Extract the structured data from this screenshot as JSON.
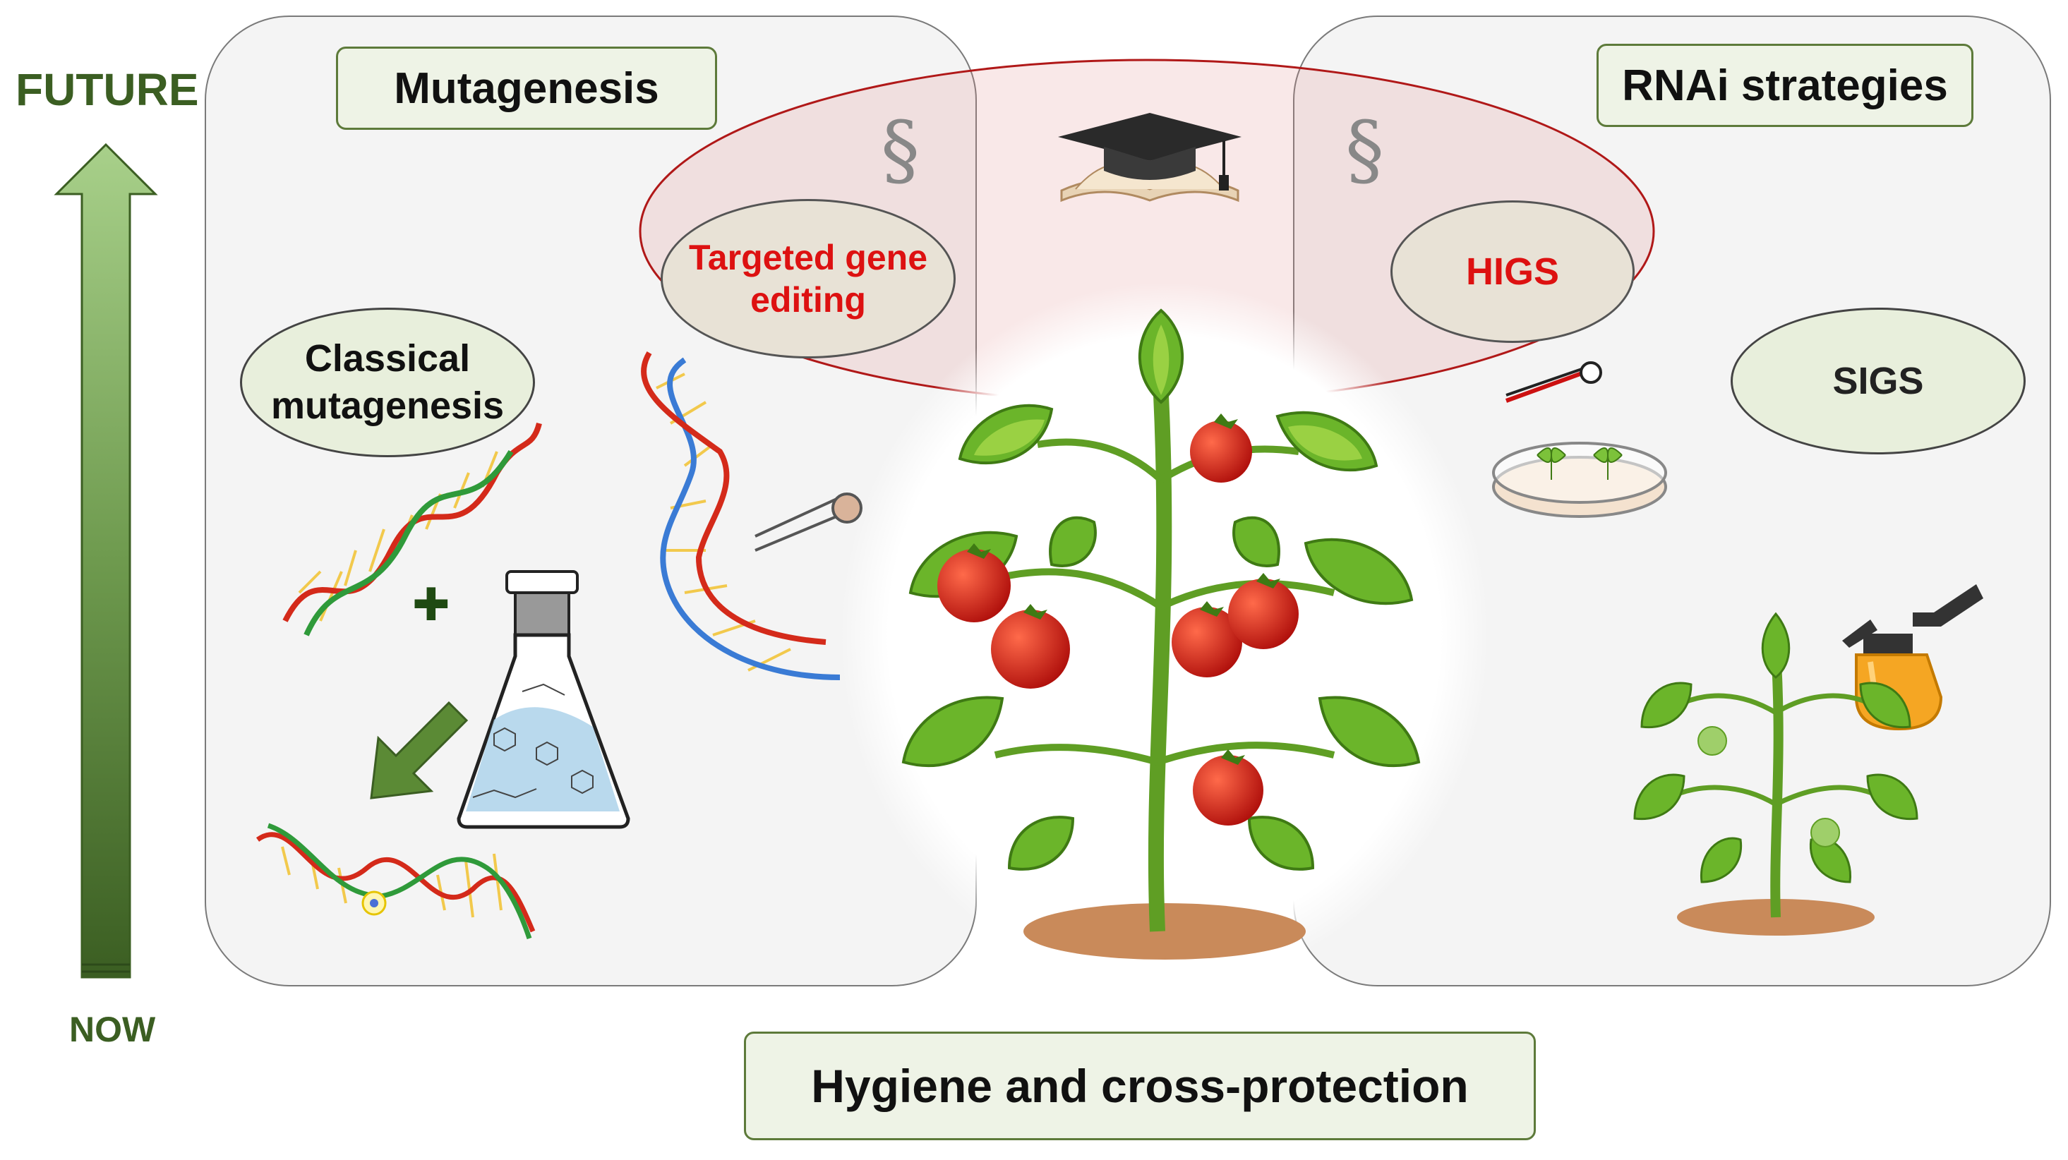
{
  "axis": {
    "future_label": "FUTURE",
    "now_label": "NOW"
  },
  "panels": {
    "mutagenesis_title": "Mutagenesis",
    "rnai_title": "RNAi strategies",
    "bottom_title": "Hygiene and cross-protection"
  },
  "ovals": {
    "classical_line1": "Classical",
    "classical_line2": "mutagenesis",
    "targeted_line1": "Targeted gene",
    "targeted_line2": "editing",
    "higs": "HIGS",
    "sigs": "SIGS"
  },
  "symbols": {
    "section_left": "§",
    "section_right": "§",
    "plus": "✚"
  },
  "colors": {
    "axis_green": "#3b5e22",
    "regulated_red": "#cc1111",
    "oval_fill": "#e8efdc",
    "panel_fill": "#f4f4f4"
  }
}
